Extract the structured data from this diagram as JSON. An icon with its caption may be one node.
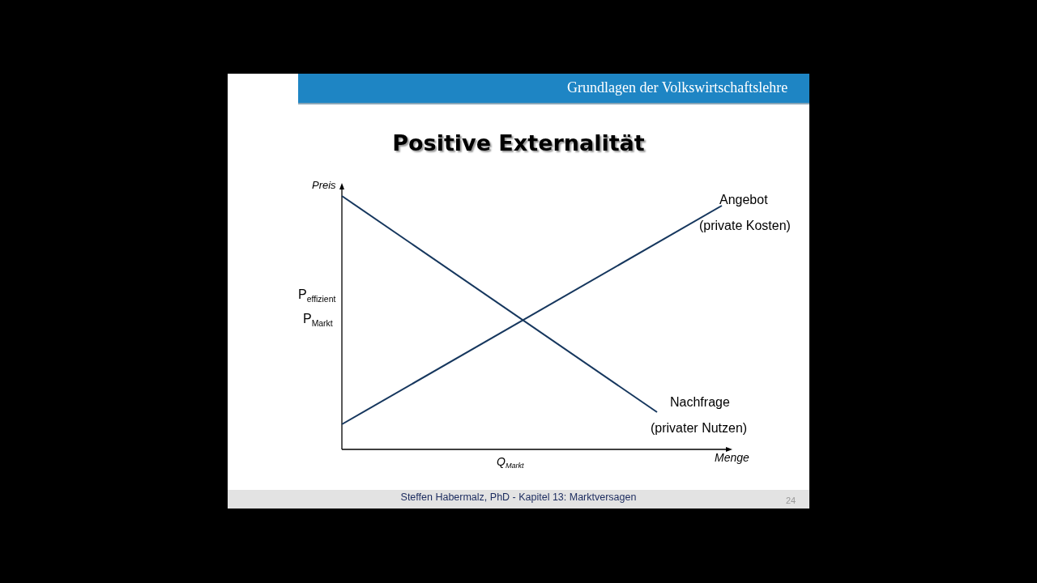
{
  "diagram": {
    "title": "Positive Externalität",
    "labels": [
      "Grundlagen der Volkswirtschaftslehre",
      "Preis",
      "Angebot",
      "(private Kosten)",
      "P$_{effizient}$",
      "P$_{Markt}$",
      "Nachfrage",
      "(privater Nutzen)",
      "Q$_{Markt}$",
      "Menge",
      "Steffen Habermalz, PhD - Kapitel 13: Marktversagen",
      "24"
    ]
  }
}
